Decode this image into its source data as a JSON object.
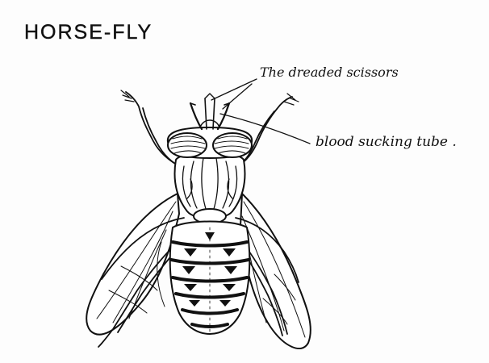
{
  "title": "HORSE-FLY",
  "labels": {
    "scissors": "The dreaded scissors",
    "tube": "blood sucking tube ."
  },
  "colors": {
    "ink": "#111111",
    "paper": "#fdfdfd"
  }
}
